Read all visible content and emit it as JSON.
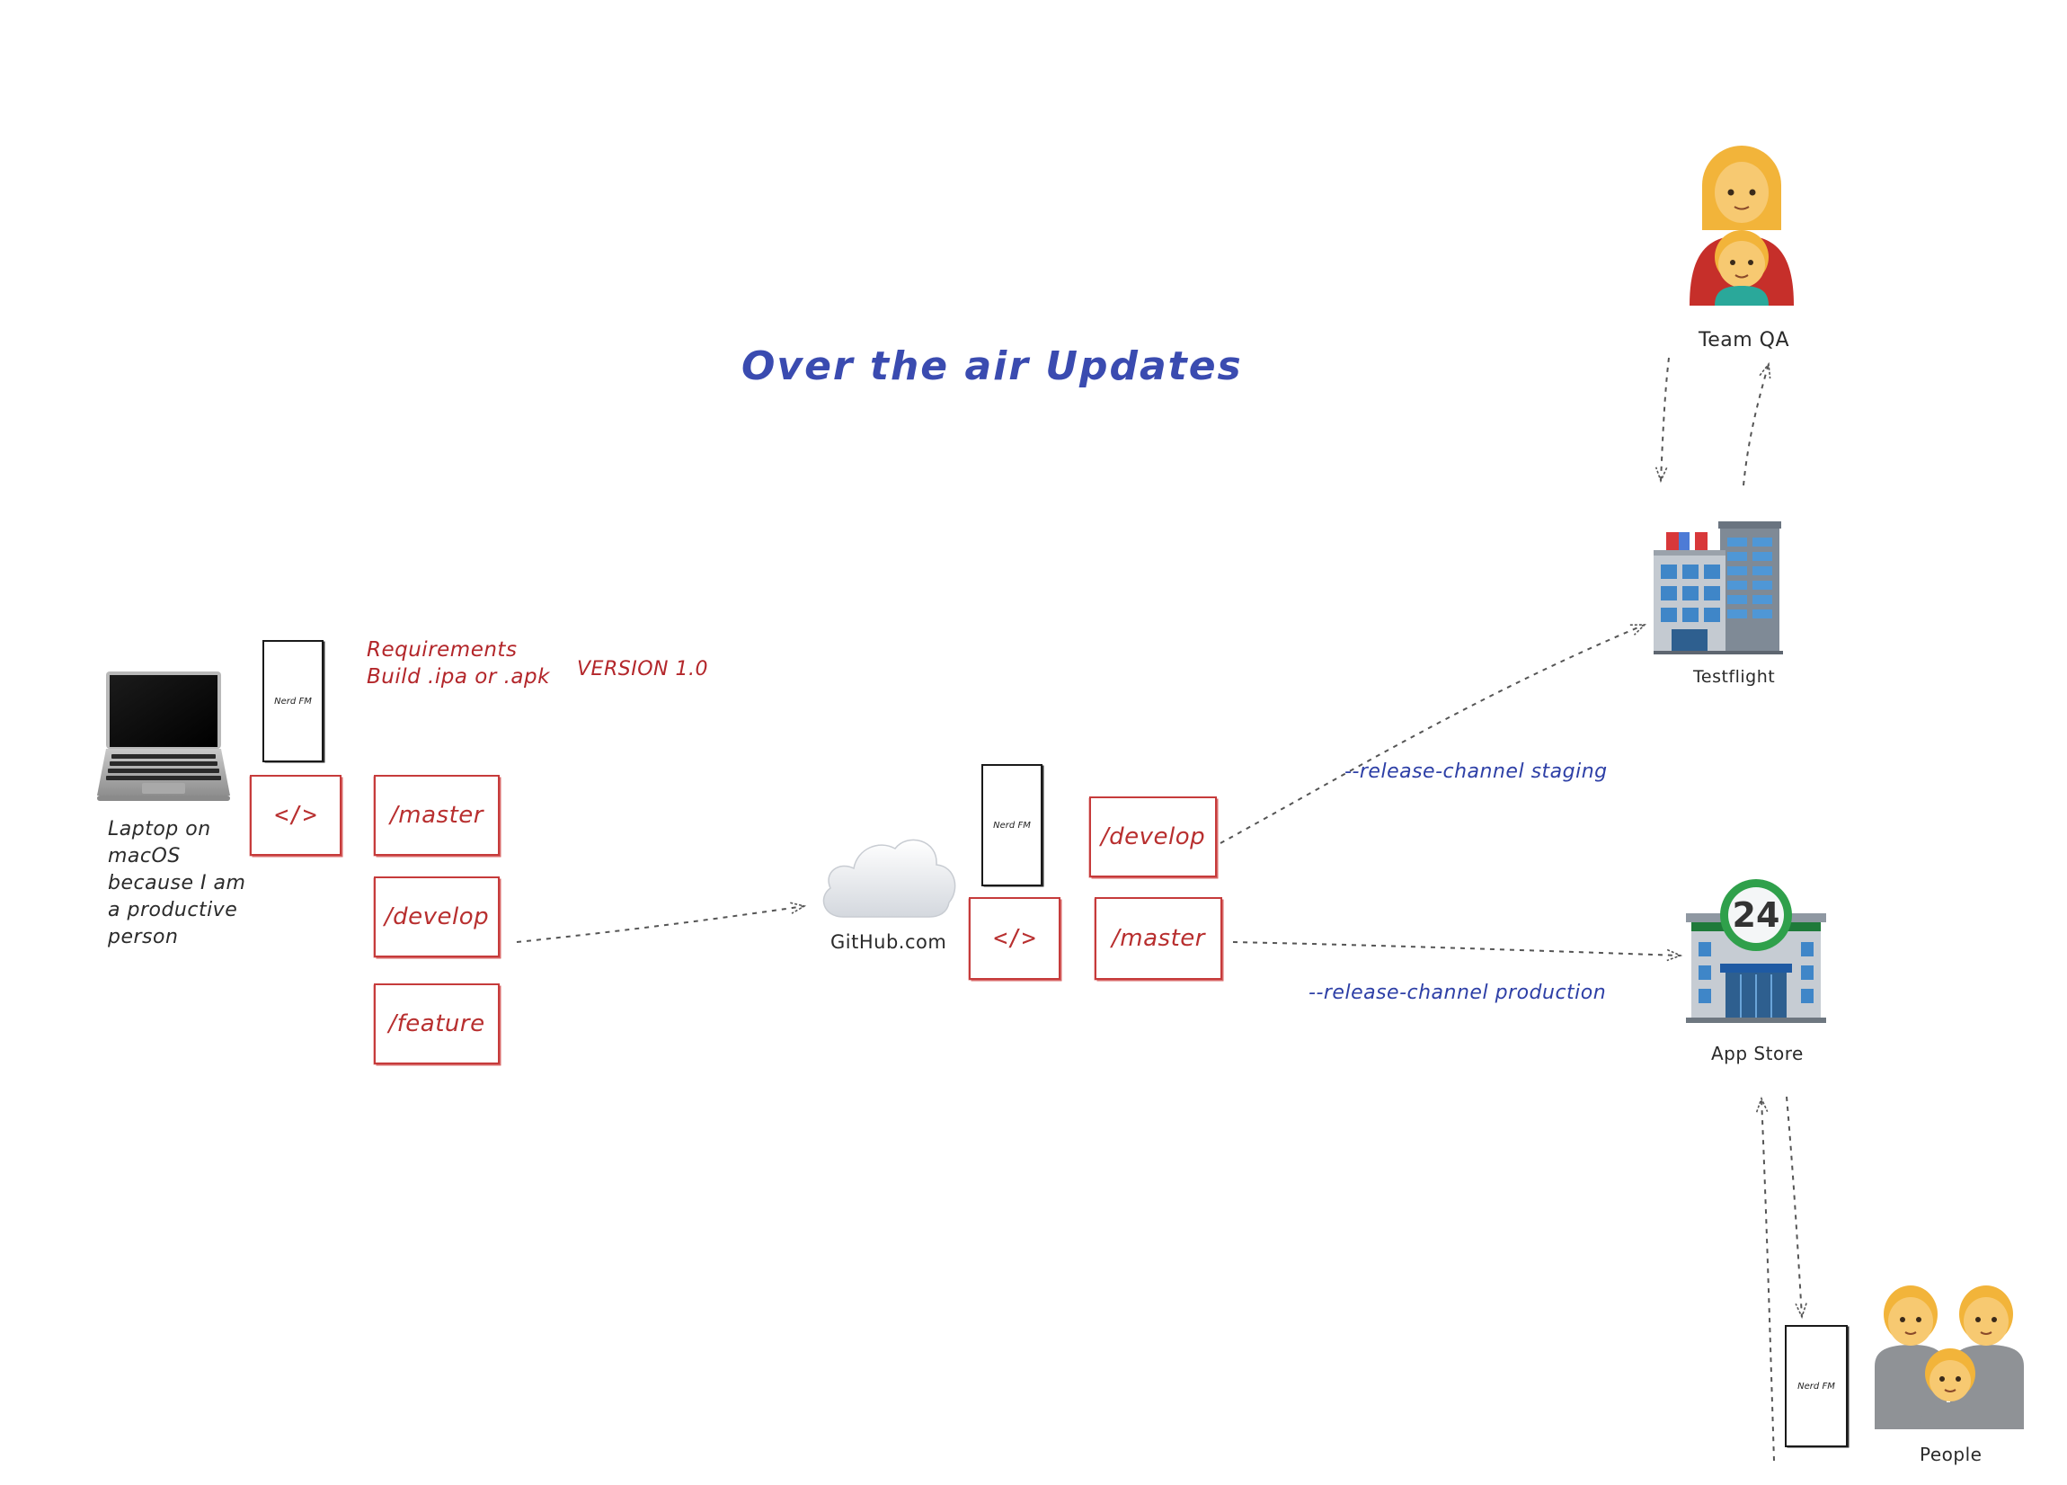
{
  "title": "Over the air Updates",
  "laptop": {
    "label_lines": [
      "Laptop on",
      "macOS",
      "because I am",
      "a productive",
      "person"
    ]
  },
  "phones": {
    "local": "Nerd FM",
    "github": "Nerd FM",
    "user": "Nerd FM"
  },
  "requirements": {
    "line1": "Requirements",
    "line2": "Build .ipa or .apk",
    "version": "VERSION 1.0"
  },
  "code_symbol": "</>",
  "local_branches": [
    "/master",
    "/develop",
    "/feature"
  ],
  "github": {
    "label": "GitHub.com",
    "branch_develop": "/develop",
    "branch_master": "/master",
    "code_symbol": "</>"
  },
  "channels": {
    "staging": "--release-channel staging",
    "production": "--release-channel production"
  },
  "testflight": {
    "label": "Testflight"
  },
  "team_qa": {
    "label": "Team QA"
  },
  "app_store": {
    "label": "App Store",
    "badge": "24"
  },
  "people": {
    "label": "People"
  },
  "colors": {
    "title_blue": "#3a4bb0",
    "branch_red": "#c63b3b",
    "channel_blue": "#2d3fa6",
    "arrow_gray": "#555555"
  },
  "icons": {
    "laptop": "laptop-icon",
    "cloud": "cloud-icon",
    "office_building": "office-building-icon",
    "convenience_store": "convenience-store-icon",
    "woman_and_boy": "family-woman-boy-icon",
    "family": "family-icon"
  }
}
